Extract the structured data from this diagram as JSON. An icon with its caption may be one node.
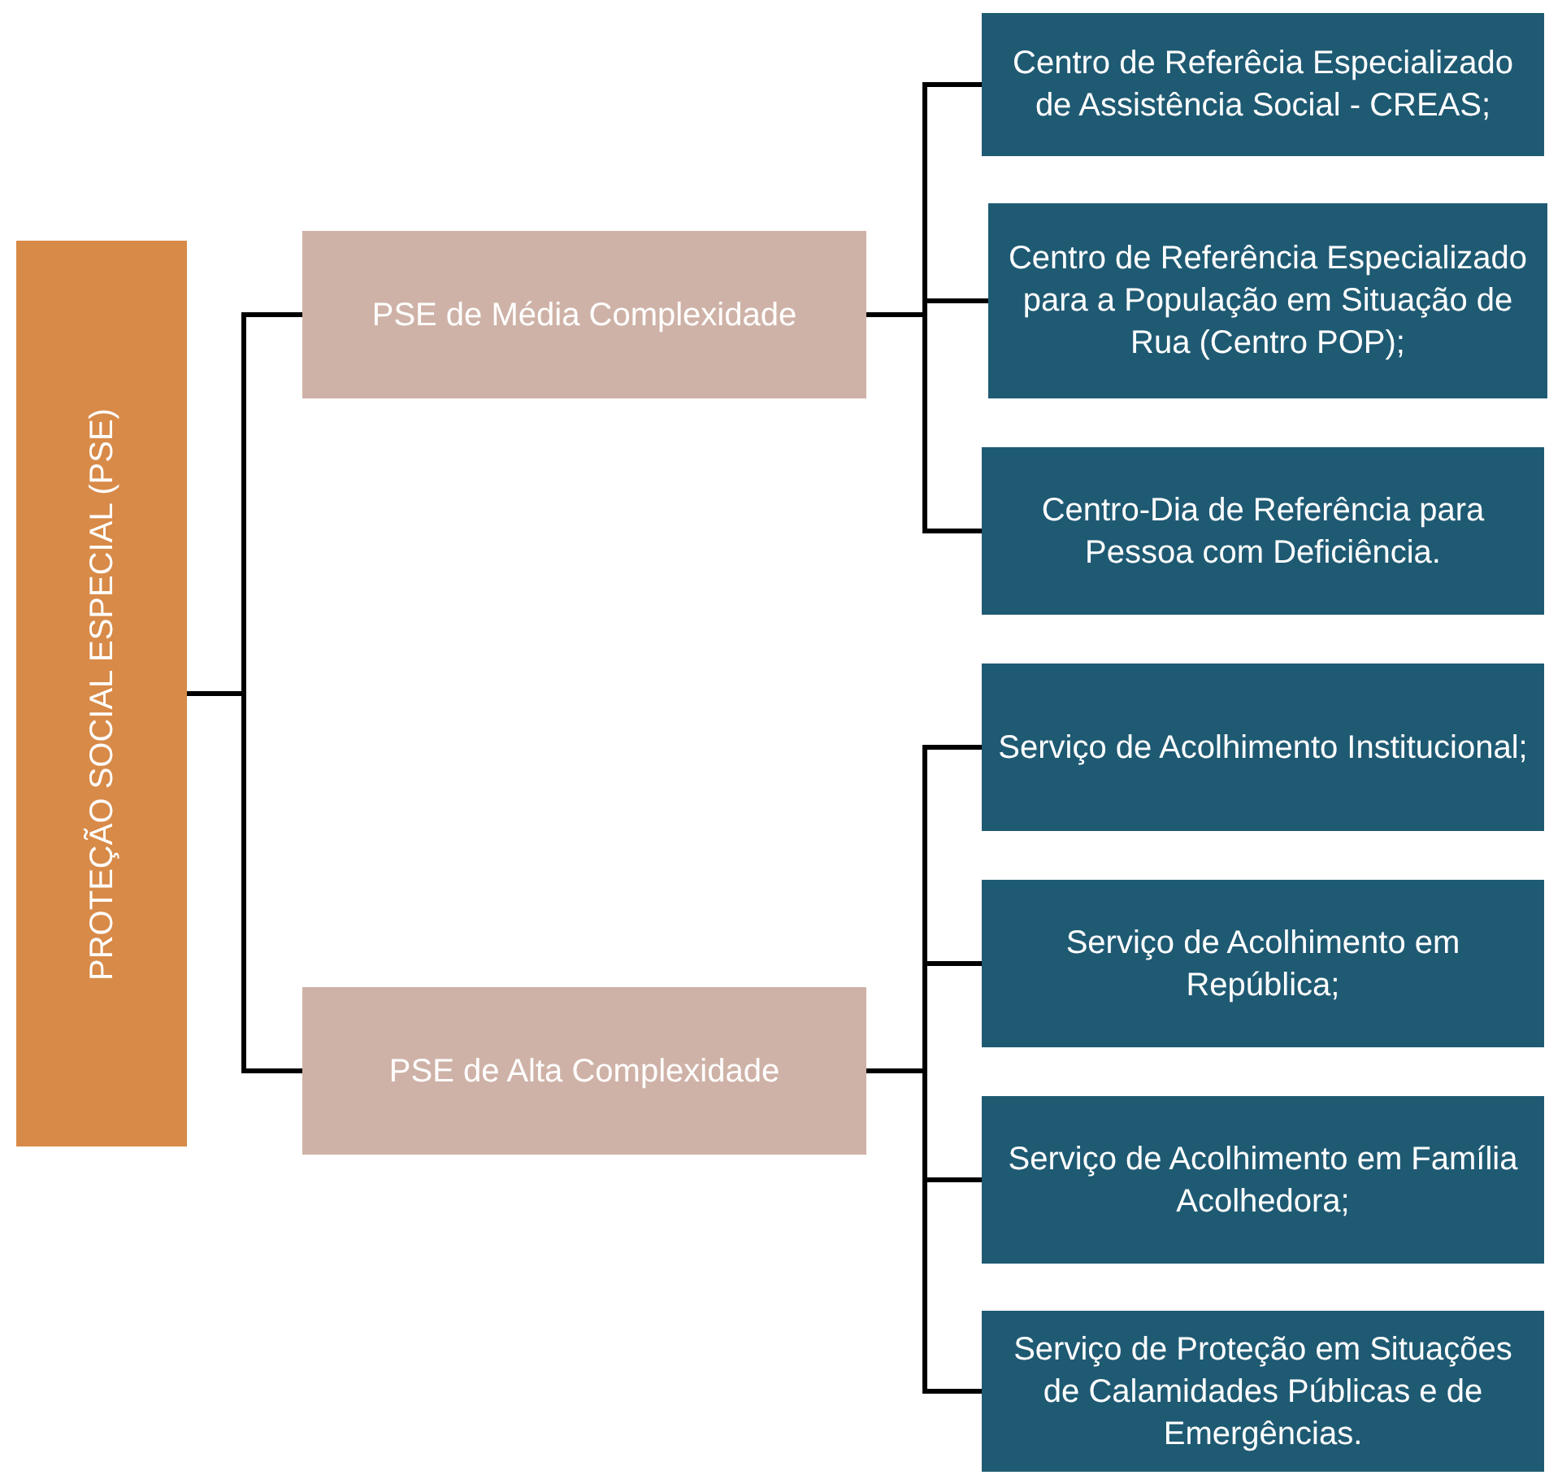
{
  "diagram": {
    "nodes": [
      {
        "text": [
          "PROTEÇÃO SOCIAL ESPECIAL (PSE)"
        ]
      },
      {
        "text": [
          "PSE de Média Complexidade"
        ]
      },
      {
        "text": [
          "PSE de Alta Complexidade"
        ]
      },
      {
        "text": [
          "Centro de Referêcia Especializado de Assistência Social - CREAS;"
        ]
      },
      {
        "text": [
          "Centro de Referência Especializado para a População em Situação de Rua (Centro POP);"
        ]
      },
      {
        "text": [
          "Centro-Dia de Referência para Pessoa com Deficiência."
        ]
      },
      {
        "text": [
          "Serviço de Acolhimento Institucional;"
        ]
      },
      {
        "text": [
          "Serviço de Acolhimento em República;"
        ]
      },
      {
        "text": [
          "Serviço de Acolhimento em Família Acolhedora;"
        ]
      },
      {
        "text": [
          "Serviço de Proteção em Situações de Calamidades Públicas e de Emergências."
        ]
      }
    ],
    "edges": [
      {
        "from": 0,
        "to": 1,
        "arrow": "none"
      },
      {
        "from": 0,
        "to": 2,
        "arrow": "none"
      },
      {
        "from": 1,
        "to": 3,
        "arrow": "none"
      },
      {
        "from": 1,
        "to": 4,
        "arrow": "none"
      },
      {
        "from": 1,
        "to": 5,
        "arrow": "none"
      },
      {
        "from": 2,
        "to": 6,
        "arrow": "none"
      },
      {
        "from": 2,
        "to": 7,
        "arrow": "none"
      },
      {
        "from": 2,
        "to": 8,
        "arrow": "none"
      },
      {
        "from": 2,
        "to": 9,
        "arrow": "none"
      }
    ]
  }
}
